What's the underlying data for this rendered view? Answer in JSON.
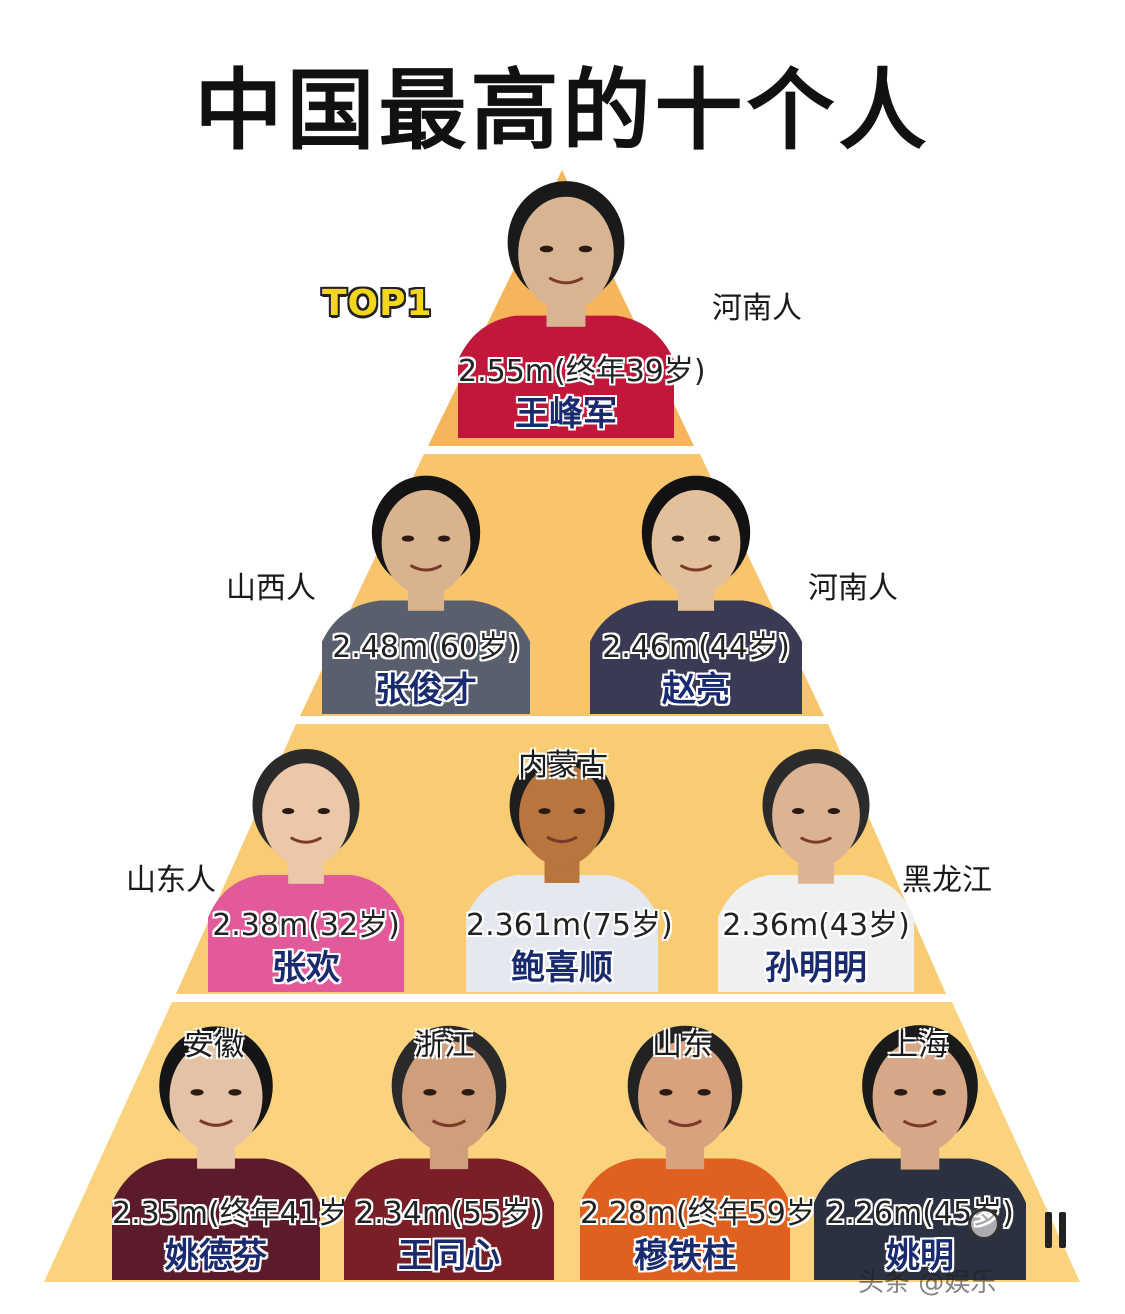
{
  "title": "中国最高的十个人",
  "rank_badge": "TOP1",
  "colors": {
    "tier1": "#f6b55a",
    "tier2": "#f8c46c",
    "tier3": "#f9cb72",
    "tier4": "#fbd37e",
    "name_color": "#1a2a6e",
    "badge": "#f4d61a"
  },
  "people": [
    {
      "name": "王峰军",
      "height": "2.55m(终年39岁)",
      "origin": "河南人",
      "shirt": "#c0173a",
      "skin": "#d8b493",
      "hair": "#1a1a1a"
    },
    {
      "name": "张俊才",
      "height": "2.48m(60岁)",
      "origin": "山西人",
      "shirt": "#5a5f6e",
      "skin": "#d9b38e",
      "hair": "#141414"
    },
    {
      "name": "赵亮",
      "height": "2.46m(44岁)",
      "origin": "河南人",
      "shirt": "#3a3a55",
      "skin": "#e2c09c",
      "hair": "#121212"
    },
    {
      "name": "张欢",
      "height": "2.38m(32岁)",
      "origin": "山东人",
      "shirt": "#e35a9a",
      "skin": "#edc8a8",
      "hair": "#2a2a2a"
    },
    {
      "name": "鲍喜顺",
      "height": "2.361m(75岁)",
      "origin": "内蒙古",
      "shirt": "#e5e8ef",
      "skin": "#b9753e",
      "hair": "#1e1e1e"
    },
    {
      "name": "孙明明",
      "height": "2.36m(43岁)",
      "origin": "黑龙江",
      "shirt": "#f0f0f0",
      "skin": "#dcb493",
      "hair": "#2b2b2b"
    },
    {
      "name": "姚德芬",
      "height": "2.35m(终年41岁)",
      "origin": "安徽",
      "shirt": "#5c1b2a",
      "skin": "#e4c2a6",
      "hair": "#151515"
    },
    {
      "name": "王同心",
      "height": "2.34m(55岁)",
      "origin": "浙江",
      "shirt": "#7a1f28",
      "skin": "#cf9e7b",
      "hair": "#2a2a2a"
    },
    {
      "name": "穆铁柱",
      "height": "2.28m(终年59岁)",
      "origin": "山东",
      "shirt": "#e0601f",
      "skin": "#d8a27f",
      "hair": "#222222"
    },
    {
      "name": "姚明",
      "height": "2.26m(45岁)",
      "origin": "上海",
      "shirt": "#2b3140",
      "skin": "#d6a888",
      "hair": "#1a1a1a"
    }
  ],
  "watermark": "头条 @娱乐"
}
